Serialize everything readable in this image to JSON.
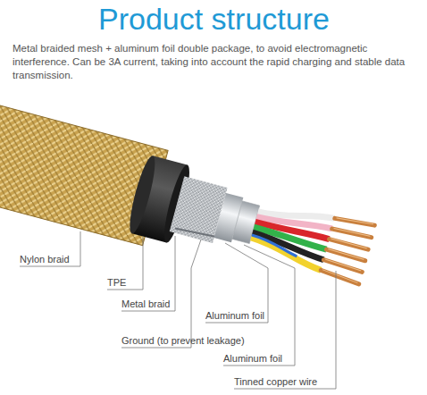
{
  "diagram": {
    "title": "Product structure",
    "labels": [
      "Metal braided mesh + aluminum foil double package, to avoid electromagnetic interference. Can be 3A current, taking into account the rapid charging and stable data transmission.",
      "Nylon braid",
      "TPE",
      "Metal braid",
      "Aluminum foil",
      "Ground (to prevent leakage)",
      "Aluminum foil",
      "Tinned copper wire"
    ]
  }
}
